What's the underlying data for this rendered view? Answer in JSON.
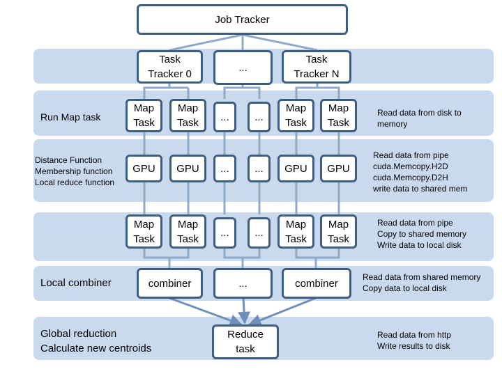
{
  "job_tracker": "Job Tracker",
  "task_tracker_0": "Task\nTracker 0",
  "tracker_ellipsis": "...",
  "task_tracker_n": "Task\nTracker N",
  "ellipsis": "...",
  "map_task": "Map\nTask",
  "gpu": "GPU",
  "combiner": "combiner",
  "reduce_task": "Reduce\ntask",
  "stage_labels": {
    "run_map_task": "Run Map task",
    "distance_function": "Distance Function\nMembership function\nLocal reduce function",
    "local_combiner": "Local combiner",
    "global_reduction": "Global reduction\nCalculate new centroids"
  },
  "notes": {
    "read_disk": "Read data  from disk to\nmemory",
    "read_pipe_gpu": "Read data from pipe\ncuda.Memcopy.H2D\ncuda.Memcopy.D2H\nwrite data to shared mem",
    "read_pipe_copy": "Read data from pipe\nCopy to shared memory\nWrite data to local disk",
    "read_shared": "Read data from shared memory\nCopy data to local disk",
    "read_http": "Read data from http\nWrite results to disk"
  },
  "colors": {
    "band": "#c9d9ee",
    "border": "#3f5d80",
    "line": "#8fa9c9",
    "arrow": "#6f8fb8"
  }
}
